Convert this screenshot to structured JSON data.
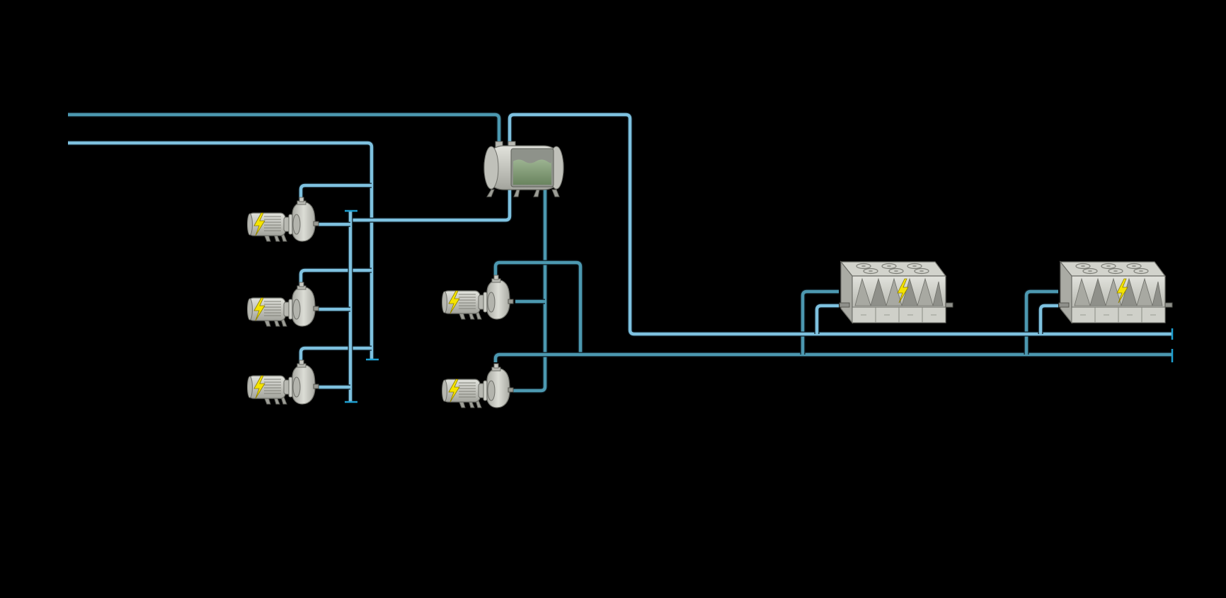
{
  "diagram": {
    "background": "#000000",
    "colors": {
      "supply_pipe": "#7ec1df",
      "return_pipe": "#4c98b0",
      "pipe_cap": "#1e9fd0",
      "equipment_body": "#c9cac3",
      "equipment_outline": "#6e6f69",
      "lightning": "#f5e400",
      "tank_liquid": "#7f9a74"
    },
    "equipment": [
      {
        "id": "pump-left-1",
        "icon": "pump-motor-icon"
      },
      {
        "id": "pump-left-2",
        "icon": "pump-motor-icon"
      },
      {
        "id": "pump-left-3",
        "icon": "pump-motor-icon"
      },
      {
        "id": "pump-mid-1",
        "icon": "pump-motor-icon"
      },
      {
        "id": "pump-mid-2",
        "icon": "pump-motor-icon"
      },
      {
        "id": "expansion-tank",
        "icon": "horizontal-tank-icon"
      },
      {
        "id": "chiller-1",
        "icon": "air-cooled-chiller-icon"
      },
      {
        "id": "chiller-2",
        "icon": "air-cooled-chiller-icon"
      }
    ]
  }
}
